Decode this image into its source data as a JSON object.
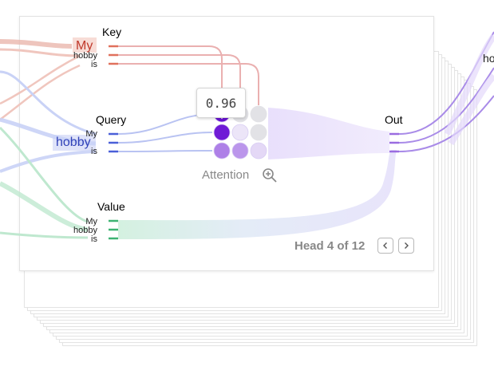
{
  "key": {
    "label": "Key",
    "tokens": [
      "My",
      "hobby",
      "is"
    ],
    "selected": "My",
    "color": "#e0705c"
  },
  "query": {
    "label": "Query",
    "tokens": [
      "My",
      "hobby",
      "is"
    ],
    "selected": "hobby",
    "color": "#4a5fd8"
  },
  "value": {
    "label": "Value",
    "tokens": [
      "My",
      "hobby",
      "is"
    ],
    "color": "#3cb371"
  },
  "out": {
    "label": "Out",
    "color": "#9b6ce0"
  },
  "attention": {
    "label": "Attention",
    "tooltip": "0.96",
    "matrix": [
      [
        1.0,
        0.0,
        0.0
      ],
      [
        0.96,
        0.04,
        0.0
      ],
      [
        0.5,
        0.4,
        0.1
      ]
    ],
    "masked": [
      [
        false,
        true,
        true
      ],
      [
        false,
        false,
        true
      ],
      [
        false,
        false,
        false
      ]
    ],
    "zoom_icon": "zoom-in-icon"
  },
  "pager": {
    "label": "Head 4 of 12",
    "prev_icon": "chevron-left-icon",
    "next_icon": "chevron-right-icon"
  },
  "edge_word": "ho"
}
